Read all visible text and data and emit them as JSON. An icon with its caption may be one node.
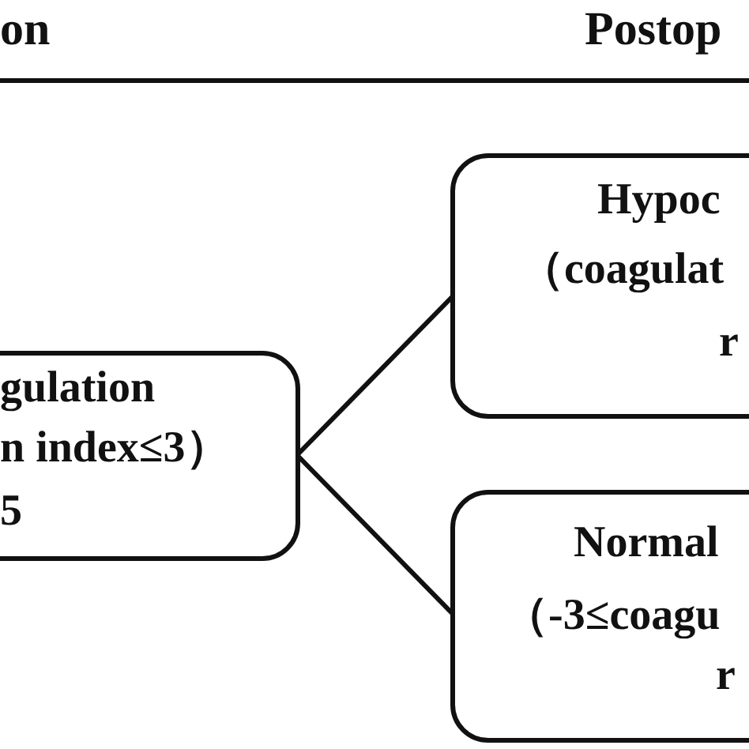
{
  "diagram": {
    "nodes": [
      {
        "text": [
          "gulation",
          "n index≤3）",
          "5"
        ]
      },
      {
        "text": [
          "Hypoc",
          "（coagulat",
          "r"
        ]
      },
      {
        "text": [
          "Normal",
          "（-3≤coagu",
          "r"
        ]
      }
    ],
    "edges": [
      {
        "from": 0,
        "to": 1,
        "arrow": "none"
      },
      {
        "from": 0,
        "to": 2,
        "arrow": "none"
      }
    ],
    "labels": [
      "on",
      "Postop"
    ]
  }
}
